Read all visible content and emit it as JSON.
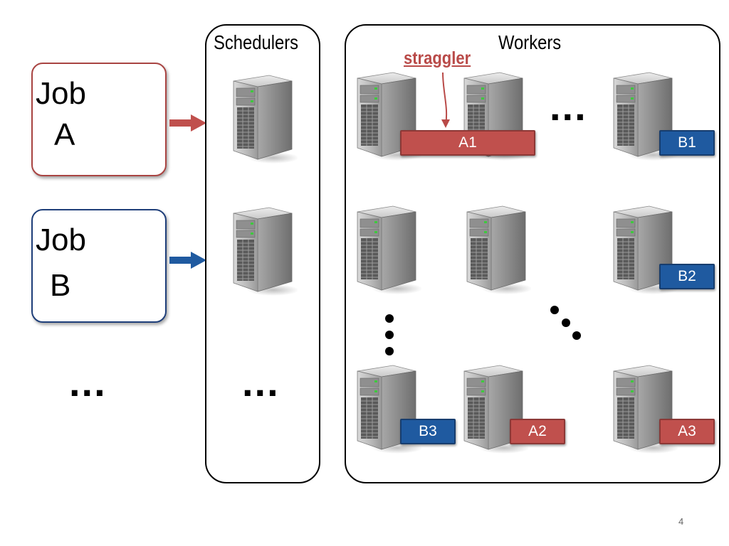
{
  "jobs": [
    {
      "line1": "Job",
      "line2": "A",
      "color": "#a94442"
    },
    {
      "line1": "Job",
      "line2": "B",
      "color": "#1f3f7a"
    }
  ],
  "ellipsis": "...",
  "schedulers_title": "Schedulers",
  "workers_title": "Workers",
  "straggler_label": "straggler",
  "tasks": {
    "a1": "A1",
    "b1": "B1",
    "b2": "B2",
    "b3": "B3",
    "a2": "A2",
    "a3": "A3"
  },
  "colors": {
    "job_a": "#c0504d",
    "job_b": "#1f5aa0"
  },
  "page_number": "4"
}
